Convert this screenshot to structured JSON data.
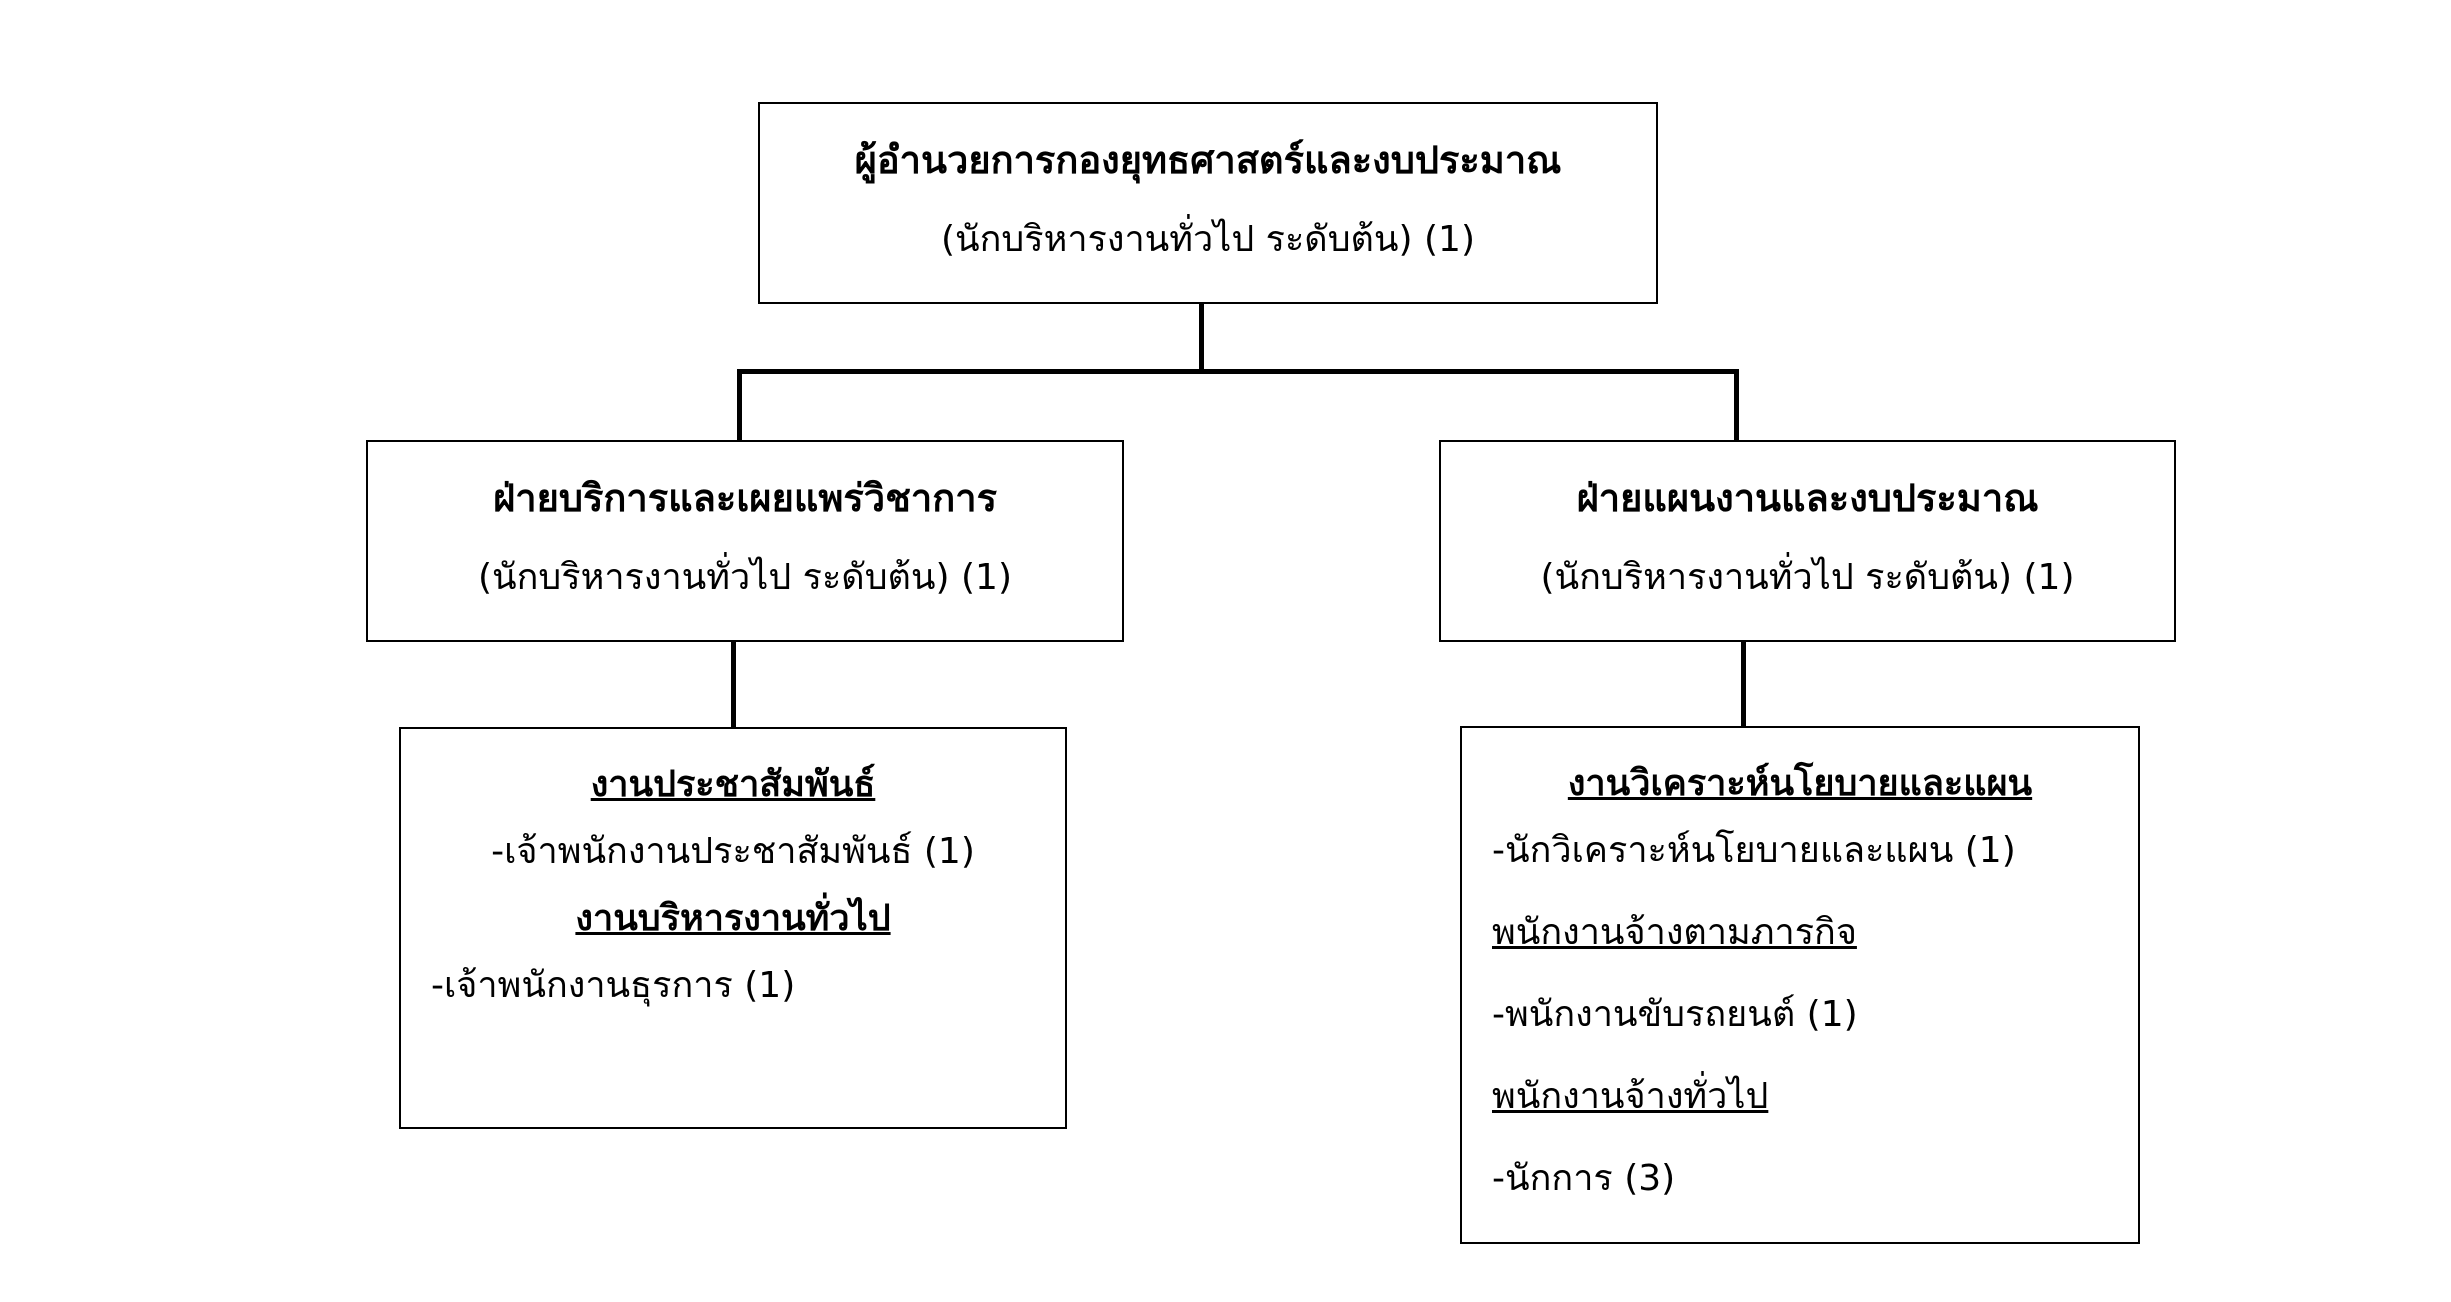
{
  "top": {
    "title": "ผู้อำนวยการกองยุทธศาสตร์และงบประมาณ",
    "subtitle": "(นักบริหารงานทั่วไป ระดับต้น) (1)"
  },
  "left_division": {
    "title": "ฝ่ายบริการและเผยแพร่วิชาการ",
    "subtitle": "(นักบริหารงานทั่วไป ระดับต้น) (1)"
  },
  "right_division": {
    "title": "ฝ่ายแผนงานและงบประมาณ",
    "subtitle": "(นักบริหารงานทั่วไป ระดับต้น) (1)"
  },
  "left_unit": {
    "heading1": "งานประชาสัมพันธ์",
    "item1": "-เจ้าพนักงานประชาสัมพันธ์ (1)",
    "heading2": "งานบริหารงานทั่วไป",
    "item2": "-เจ้าพนักงานธุรการ (1)"
  },
  "right_unit": {
    "heading1": "งานวิเคราะห์นโยบายและแผน",
    "item1": "-นักวิเคราะห์นโยบายและแผน (1)",
    "subheading1": "พนักงานจ้างตามภารกิจ",
    "item2": "-พนักงานขับรถยนต์ (1)",
    "subheading2": "พนักงานจ้างทั่วไป",
    "item3": "-นักการ (3)"
  }
}
